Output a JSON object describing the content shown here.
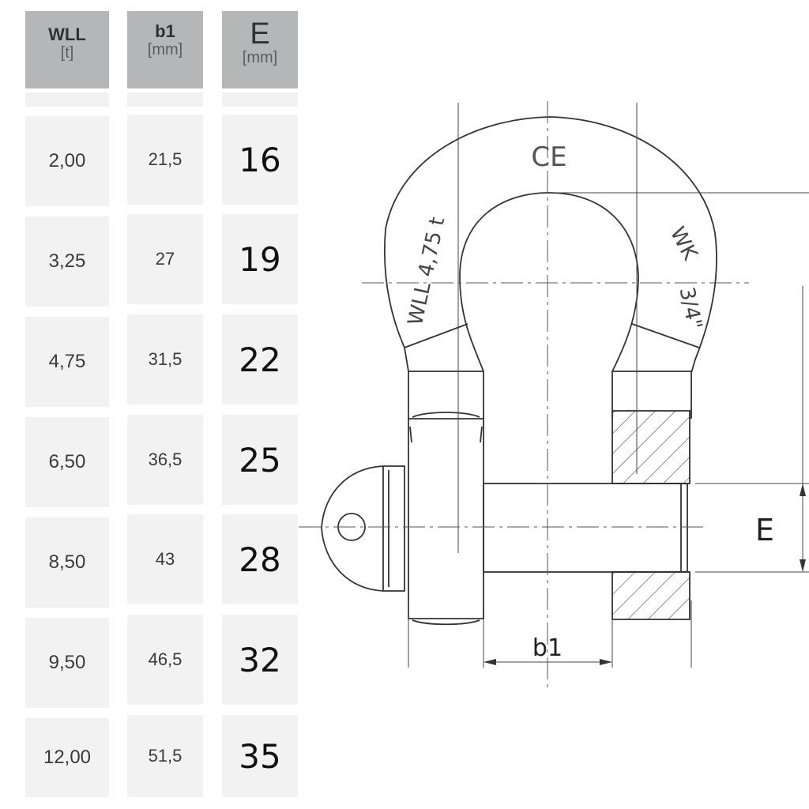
{
  "table": {
    "columns": [
      {
        "name": "WLL",
        "unit": "[t]"
      },
      {
        "name": "b1",
        "unit": "[mm]"
      },
      {
        "name": "E",
        "unit": "[mm]"
      }
    ],
    "rows": [
      [
        "2,00",
        "21,5",
        "16"
      ],
      [
        "3,25",
        "27",
        "19"
      ],
      [
        "4,75",
        "31,5",
        "22"
      ],
      [
        "6,50",
        "36,5",
        "25"
      ],
      [
        "8,50",
        "43",
        "28"
      ],
      [
        "9,50",
        "46,5",
        "32"
      ],
      [
        "12,00",
        "51,5",
        "35"
      ]
    ]
  },
  "drawing": {
    "marking_ce": "CE",
    "marking_wll": "WLL 4,75 t",
    "marking_wk": "WK",
    "marking_size": "3/4\"",
    "dim_b1": "b1",
    "dim_e": "E"
  }
}
